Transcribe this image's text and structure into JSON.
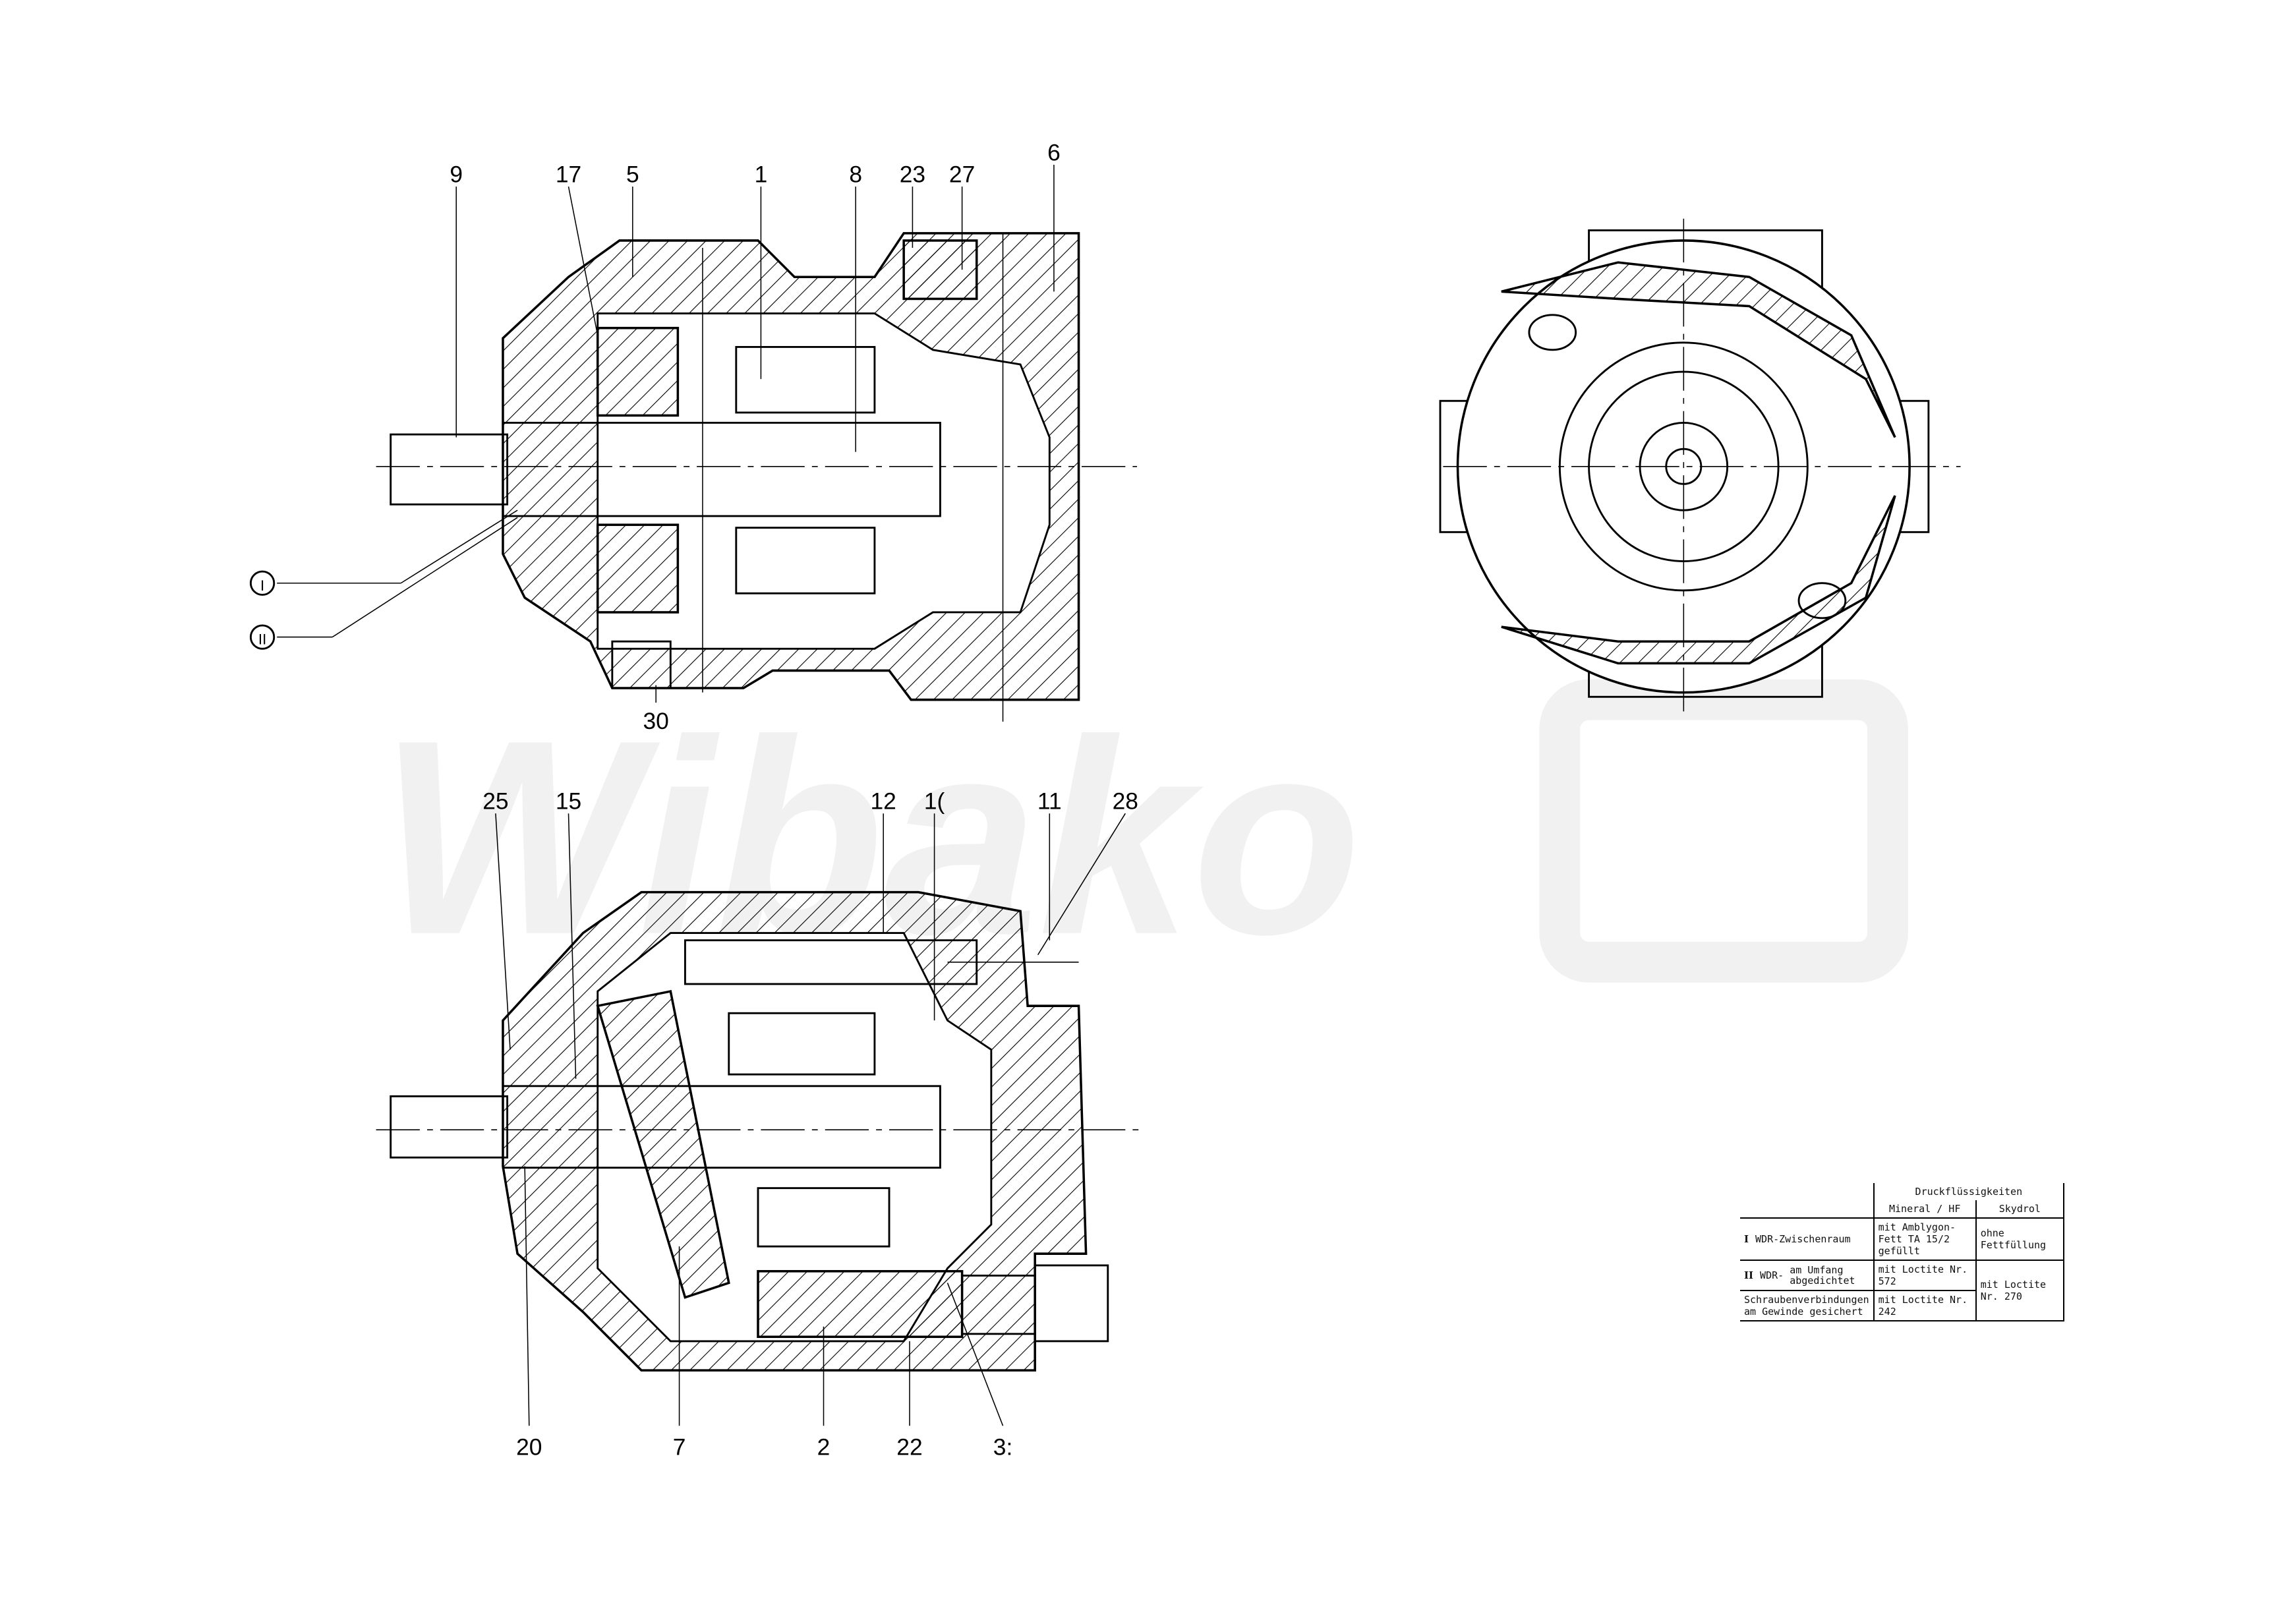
{
  "watermark": "Wibako",
  "labels_top_view": [
    "9",
    "17",
    "5",
    "1",
    "8",
    "23",
    "27",
    "6",
    "30"
  ],
  "markers": {
    "I": "I",
    "II": "II"
  },
  "labels_bottom_top_row": [
    "25",
    "15",
    "12",
    "1(",
    "11",
    "28"
  ],
  "labels_bottom_bottom_row": [
    "20",
    "7",
    "2",
    "22",
    "3:"
  ],
  "table": {
    "group_header": "Druckflüssigkeiten",
    "col1": "Mineral / HF",
    "col2": "Skydrol",
    "rows": [
      {
        "marker": "I",
        "label": "WDR-Zwischenraum",
        "mineral": "mit Amblygon-Fett TA 15/2 gefüllt",
        "skydrol": "ohne Fettfüllung"
      },
      {
        "marker": "II",
        "label": "WDR-",
        "label_sub1": "am Umfang",
        "label_sub2": "abgedichtet",
        "mineral": "mit Loctite Nr. 572",
        "skydrol": "mit Loctite Nr. 270"
      },
      {
        "marker": "",
        "label": "Schraubenverbindungen am Gewinde gesichert",
        "mineral": "mit Loctite Nr. 242"
      }
    ]
  }
}
